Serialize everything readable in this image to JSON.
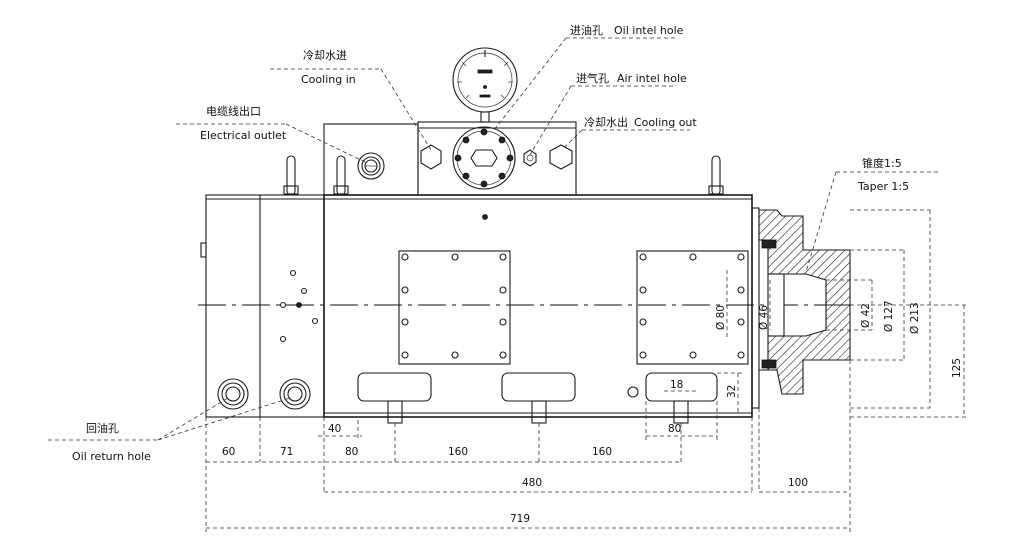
{
  "labels": {
    "oil_inlet_cn": "进油孔",
    "oil_inlet_en": "Oil intel hole",
    "air_inlet_cn": "进气孔",
    "air_inlet_en": "Air intel hole",
    "cooling_in_cn": "冷却水进",
    "cooling_in_en": "Cooling in",
    "cooling_out_cn": "冷却水出",
    "cooling_out_en": "Cooling out",
    "electrical_cn": "电缆线出口",
    "electrical_en": "Electrical outlet",
    "taper_cn": "锥度1:5",
    "taper_en": "Taper 1:5",
    "oil_return_cn": "回油孔",
    "oil_return_en": "Oil return hole"
  },
  "dimensions": {
    "d60": "60",
    "d71": "71",
    "d40": "40",
    "d80a": "80",
    "d160a": "160",
    "d160b": "160",
    "d18": "18",
    "d32": "32",
    "d80b": "80",
    "d480": "480",
    "d100": "100",
    "d719": "719",
    "d125": "125",
    "dia80": "Ø 80",
    "dia46": "Ø 46",
    "dia42": "Ø 42",
    "dia127": "Ø 127",
    "dia213": "Ø 213"
  },
  "icons": {
    "pressure_gauge": "pressure-gauge-icon",
    "hex_fitting": "hex-fitting-icon",
    "cable_gland": "cable-gland-icon",
    "lifting_eye": "lifting-bolt-icon"
  }
}
